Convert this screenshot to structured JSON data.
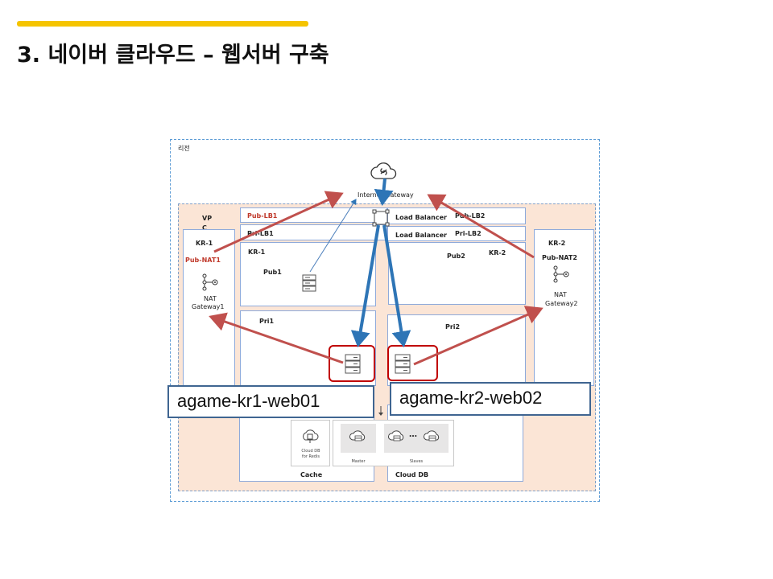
{
  "slide": {
    "title": "3. 네이버 클라우드 – 웹서버 구축"
  },
  "diagram": {
    "region_label": "리전",
    "vpc_label_line1": "VP",
    "vpc_label_line2": "C",
    "internet_gateway": "Internet Gateway",
    "load_balancer_1": "Load Balancer",
    "load_balancer_2": "Load Balancer",
    "pub_lb1": "Pub-LB1",
    "pri_lb1": "Pri-LB1",
    "pub_lb2": "Pub-LB2",
    "pri_lb2": "Pri-LB2",
    "kr1_left": "KR-1",
    "kr1_mid": "KR-1",
    "kr2_mid": "KR-2",
    "kr2_right": "KR-2",
    "pub_nat1": "Pub-NAT1",
    "pub_nat2": "Pub-NAT2",
    "nat_gw1_line1": "NAT",
    "nat_gw1_line2": "Gateway1",
    "nat_gw2_line1": "NAT",
    "nat_gw2_line2": "Gateway2",
    "pub1": "Pub1",
    "pub2": "Pub2",
    "pri1": "Pri1",
    "pri2": "Pri2",
    "cache": "Cache",
    "cloud_db": "Cloud DB",
    "redis_line1": "Cloud DB",
    "redis_line2": "for Redis",
    "master": "Master",
    "slaves": "Slaves",
    "ellipsis": "…",
    "callout_web01": "agame-kr1-web01",
    "callout_web02": "agame-kr2-web02"
  },
  "colors": {
    "accent_bar": "#f5c400",
    "region_border": "#5b9bd5",
    "vpc_fill": "#fbe5d6",
    "subnet_border": "#8eaadb",
    "red_arrow": "#c0504d",
    "blue_arrow": "#2e75b6",
    "highlight": "#c00000",
    "callout_border": "#3f6591"
  }
}
